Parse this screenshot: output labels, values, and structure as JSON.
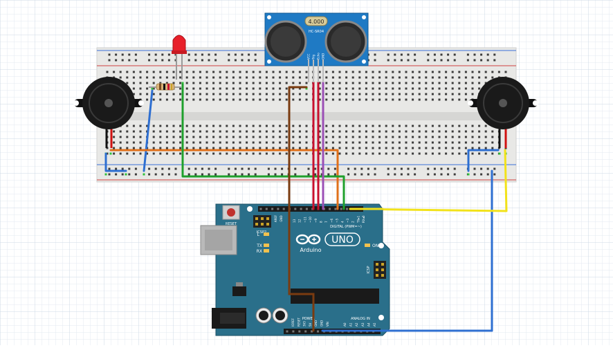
{
  "sensor": {
    "range_label": "4.000",
    "model_label": "HC-SR04",
    "pin_labels": [
      "VCC",
      "Trig",
      "Echo",
      "GND"
    ]
  },
  "arduino": {
    "reset_label": "RESET",
    "icsp2_label": "ICSP2",
    "icsp_label": "ICSP",
    "aref_label": "AREF",
    "gnd_label": "GND",
    "digital_pin_labels": [
      "13",
      "12",
      "~11",
      "~10",
      "~9",
      "8",
      "7",
      "~6",
      "~5",
      "4",
      "~3",
      "2",
      "TX▸1",
      "RX◂0"
    ],
    "digital_label": "DIGITAL (PWM=~)",
    "led_l": "L",
    "led_tx": "TX",
    "led_rx": "RX",
    "on_label": "ON",
    "uno_label": "UNO",
    "brand_label": "Arduino",
    "power_label": "POWER",
    "analog_label": "ANALOG IN",
    "power_pin_labels": [
      "IOREF",
      "RESET",
      "3V3",
      "5V",
      "GND",
      "GND",
      "VIN"
    ],
    "analog_pin_labels": [
      "A0",
      "A1",
      "A2",
      "A3",
      "A4",
      "A5"
    ]
  },
  "colors": {
    "board": "#2a6f8a",
    "sensor": "#1f7ac4",
    "wire_brown": "#7a3b10",
    "wire_red": "#c8102e",
    "wire_purple": "#9b4fb6",
    "wire_blue": "#2e6fd1",
    "wire_orange": "#e0701a",
    "wire_green": "#1fa02c",
    "wire_yellow": "#f2e21a"
  }
}
